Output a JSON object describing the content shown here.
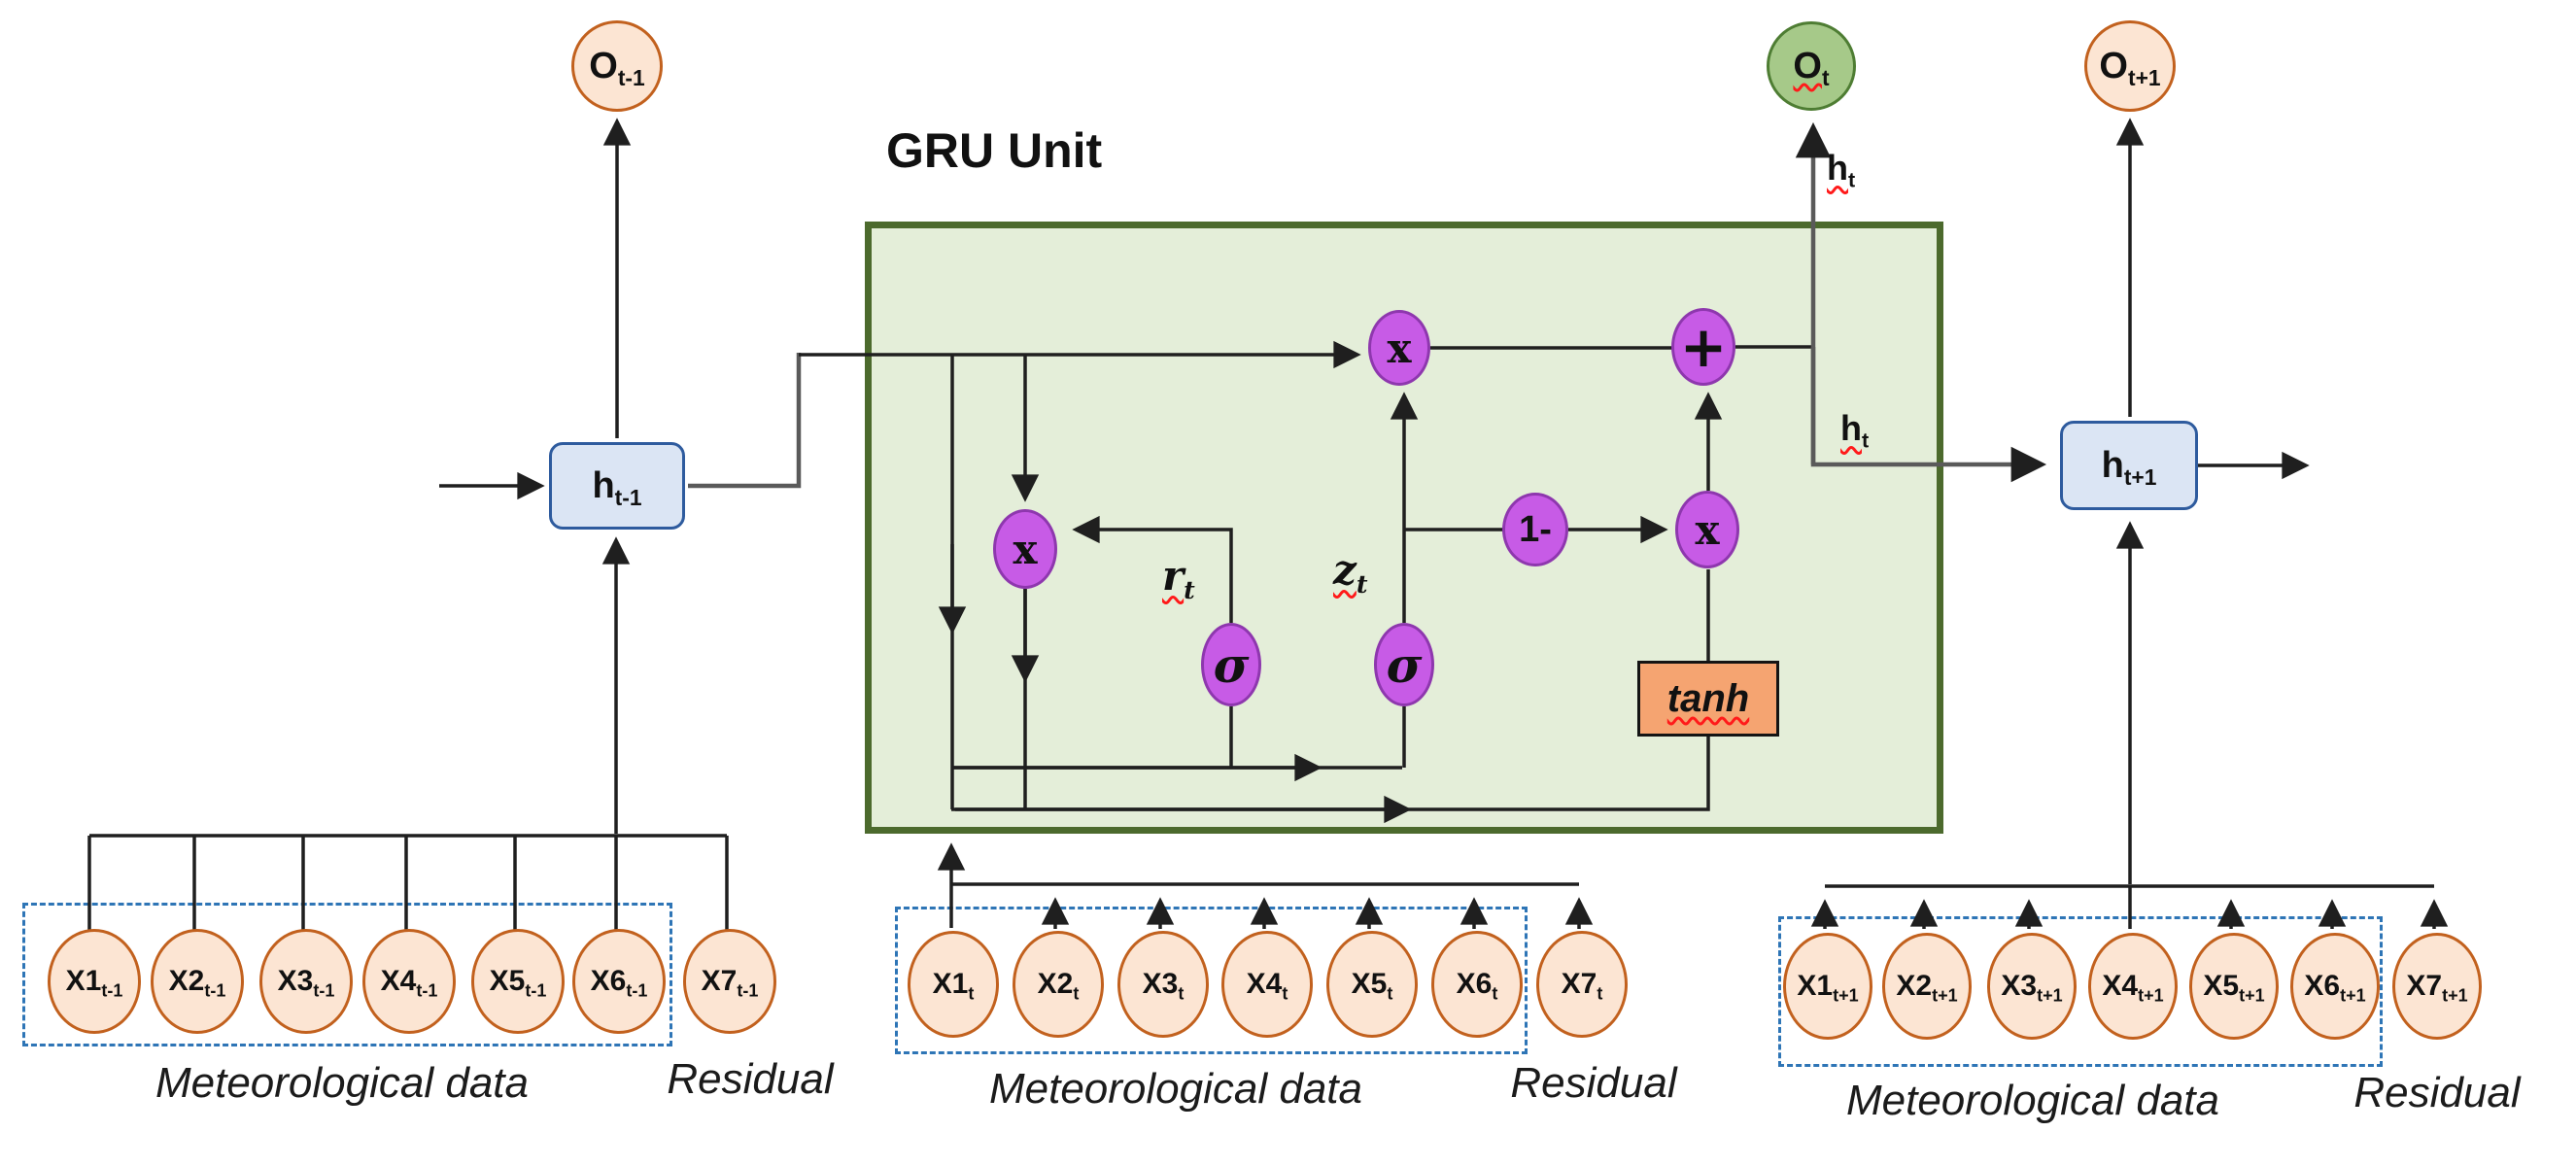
{
  "title": "GRU Unit",
  "nodes": {
    "o_prev": {
      "base": "O",
      "sub": "t-1"
    },
    "o_t": {
      "base": "O",
      "sub": "t"
    },
    "o_next": {
      "base": "O",
      "sub": "t+1"
    },
    "h_prev": {
      "base": "h",
      "sub": "t-1"
    },
    "h_next": {
      "base": "h",
      "sub": "t+1"
    },
    "h_t": {
      "base": "h",
      "sub": "t"
    }
  },
  "gates": {
    "sigma": "σ",
    "multiply": "x",
    "add": "+",
    "one_minus": "1-",
    "tanh": "tanh",
    "reset": {
      "base": "r",
      "sub": "t"
    },
    "update": {
      "base": "z",
      "sub": "t"
    }
  },
  "input_groups": [
    {
      "time_sub": "t-1",
      "items": [
        "X1",
        "X2",
        "X3",
        "X4",
        "X5",
        "X6",
        "X7"
      ],
      "box_label": "Meteorological data",
      "residual_label": "Residual"
    },
    {
      "time_sub": "t",
      "items": [
        "X1",
        "X2",
        "X3",
        "X4",
        "X5",
        "X6",
        "X7"
      ],
      "box_label": "Meteorological data",
      "residual_label": "Residual"
    },
    {
      "time_sub": "t+1",
      "items": [
        "X1",
        "X2",
        "X3",
        "X4",
        "X5",
        "X6",
        "X7"
      ],
      "box_label": "Meteorological data",
      "residual_label": "Residual"
    }
  ],
  "colors": {
    "gru_fill": "#e4eed9",
    "gru_border": "#4c6a2d",
    "input_fill": "#fce5d3",
    "input_border": "#c2611e",
    "output_fill": "#a6c989",
    "output_border": "#4e7d33",
    "hidden_fill": "#dbe5f4",
    "hidden_border": "#2e5b9e",
    "gate_fill": "#c75be6",
    "gate_border": "#8e37ae",
    "tanh_fill": "#f5a471",
    "dashed_box": "#2e75b6",
    "line": "#1f1f1f",
    "gray_line": "#5a5a5a",
    "squiggle": "#ff1a1a"
  }
}
